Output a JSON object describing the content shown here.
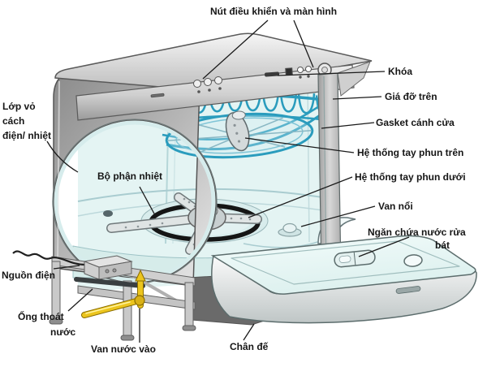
{
  "labels": {
    "control_panel": "Nút điều khiển và màn hình",
    "lock": "Khóa",
    "upper_rack": "Giá đỡ trên",
    "door_gasket": "Gasket cánh cửa",
    "upper_spray_arm": "Hệ thống tay phun trên",
    "lower_spray_arm": "Hệ thống tay phun dưới",
    "float_valve": "Van nổi",
    "detergent_dispenser_line1": "Ngăn chứa nước rửa",
    "detergent_dispenser_line2": "bát",
    "insulation_line1": "Lớp vỏ",
    "insulation_line2": "cách",
    "insulation_line3": "điện/ nhiệt",
    "heating_element": "Bộ phận nhiệt",
    "power_source": "Nguồn điện",
    "drain_pipe_line1": "Ống thoát",
    "drain_pipe_line2": "nước",
    "water_inlet_valve": "Van nước vào",
    "base_feet": "Chân đế"
  },
  "colors": {
    "label_text": "#161616",
    "leader_line": "#1a1a1a",
    "cabinet_gray": "#b5b5b5",
    "interior_cyan": "#e4f4f3",
    "rack_teal": "#2a9cbd",
    "pipe_yellow": "#ecc51e",
    "heater_black": "#151515"
  }
}
